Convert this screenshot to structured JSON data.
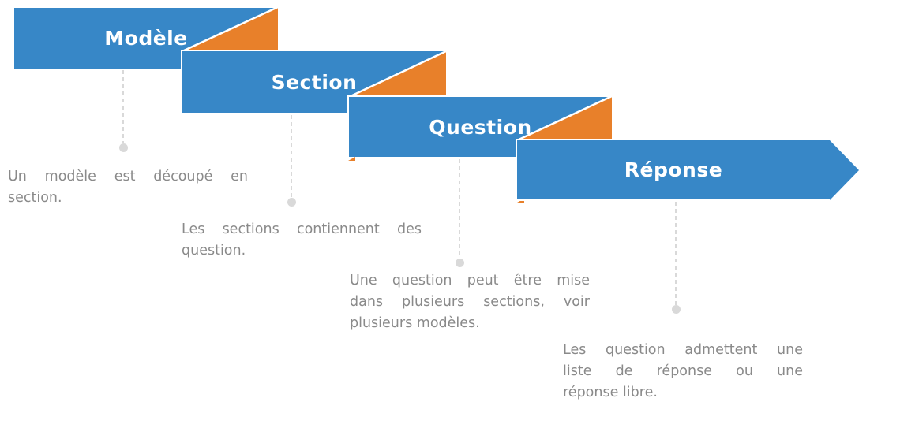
{
  "colors": {
    "banner_blue": "#3787c7",
    "accent_orange": "#e8802a",
    "connector_gray": "#d9d9d9",
    "text_gray": "#8a8a8a"
  },
  "steps": [
    {
      "label": "Modèle",
      "description": "Un modèle est découpé en section.",
      "description_lines": [
        "Un modèle est découpé en",
        "section."
      ]
    },
    {
      "label": "Section",
      "description": "Les sections contiennent des question.",
      "description_lines": [
        "Les sections contiennent des",
        "question."
      ]
    },
    {
      "label": "Question",
      "description": "Une question peut être mise dans plusieurs sections, voir plusieurs modèles.",
      "description_lines": [
        "Une question peut être mise",
        "dans plusieurs sections, voir",
        "plusieurs modèles."
      ]
    },
    {
      "label": "Réponse",
      "description": "Les question admettent une liste de réponse ou une réponse libre.",
      "description_lines": [
        "Les question admettent une",
        "liste de réponse ou une",
        "réponse libre."
      ]
    }
  ]
}
